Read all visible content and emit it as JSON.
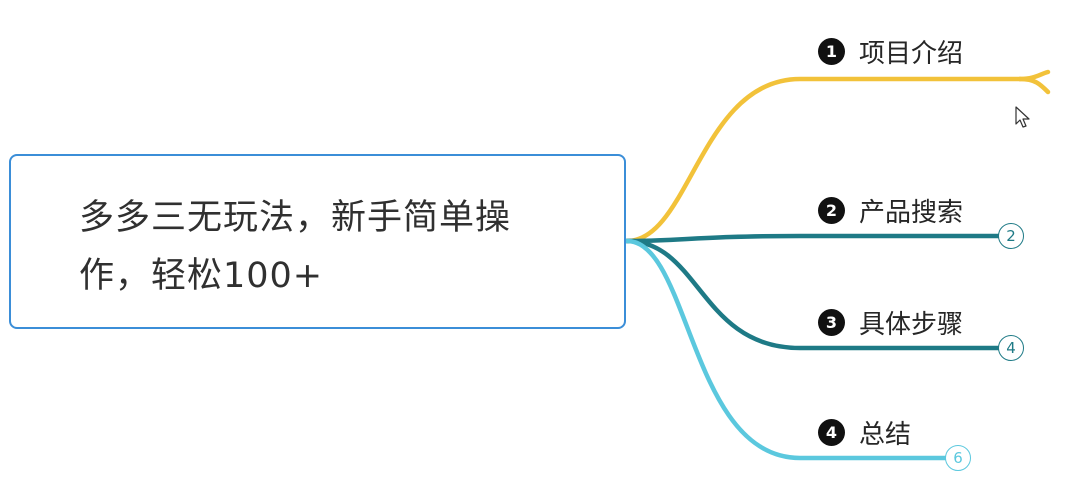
{
  "central": {
    "title": "多多三无玩法，新手简单操作，轻松100+"
  },
  "topics": [
    {
      "number": "1",
      "label": "项目介绍",
      "count": null,
      "color": "#f2c23a"
    },
    {
      "number": "2",
      "label": "产品搜索",
      "count": "2",
      "color": "#1e7a86"
    },
    {
      "number": "3",
      "label": "具体步骤",
      "count": "4",
      "color": "#1e7a86"
    },
    {
      "number": "4",
      "label": "总结",
      "count": "6",
      "color": "#5bc8de"
    }
  ],
  "icons": {
    "cursor": "mouse-pointer-icon"
  }
}
